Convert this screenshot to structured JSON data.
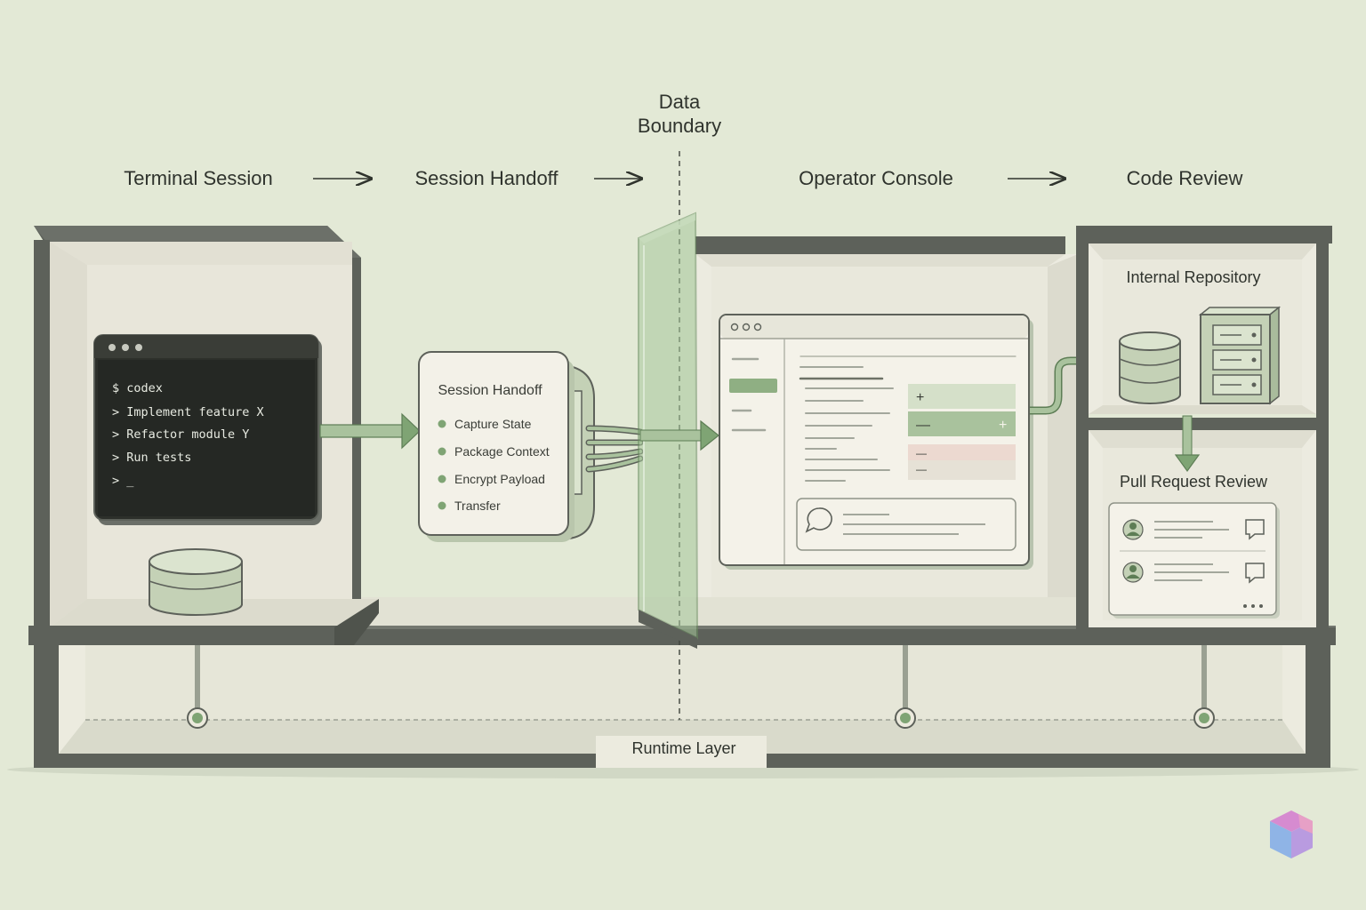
{
  "stages": {
    "terminal": "Terminal Session",
    "handoff": "Session Handoff",
    "console": "Operator Console",
    "review": "Code Review"
  },
  "boundary": {
    "line1": "Data",
    "line2": "Boundary"
  },
  "terminal": {
    "lines": [
      "$ codex",
      "> Implement feature X",
      "> Refactor module Y",
      "> Run tests",
      "> _"
    ]
  },
  "handoff_card": {
    "title": "Session Handoff",
    "steps": [
      "Capture State",
      "Package Context",
      "Encrypt Payload",
      "Transfer"
    ]
  },
  "repository": {
    "title": "Internal Repository"
  },
  "pull_request": {
    "title": "Pull Request Review"
  },
  "runtime": {
    "label": "Runtime Layer"
  },
  "colors": {
    "background": "#e3e9d6",
    "accent_green": "#7fa474",
    "frame_dark": "#5d615a",
    "panel_cream": "#f0eee4",
    "terminal_bg": "#252824",
    "diff_red": "#ecd9d0"
  }
}
